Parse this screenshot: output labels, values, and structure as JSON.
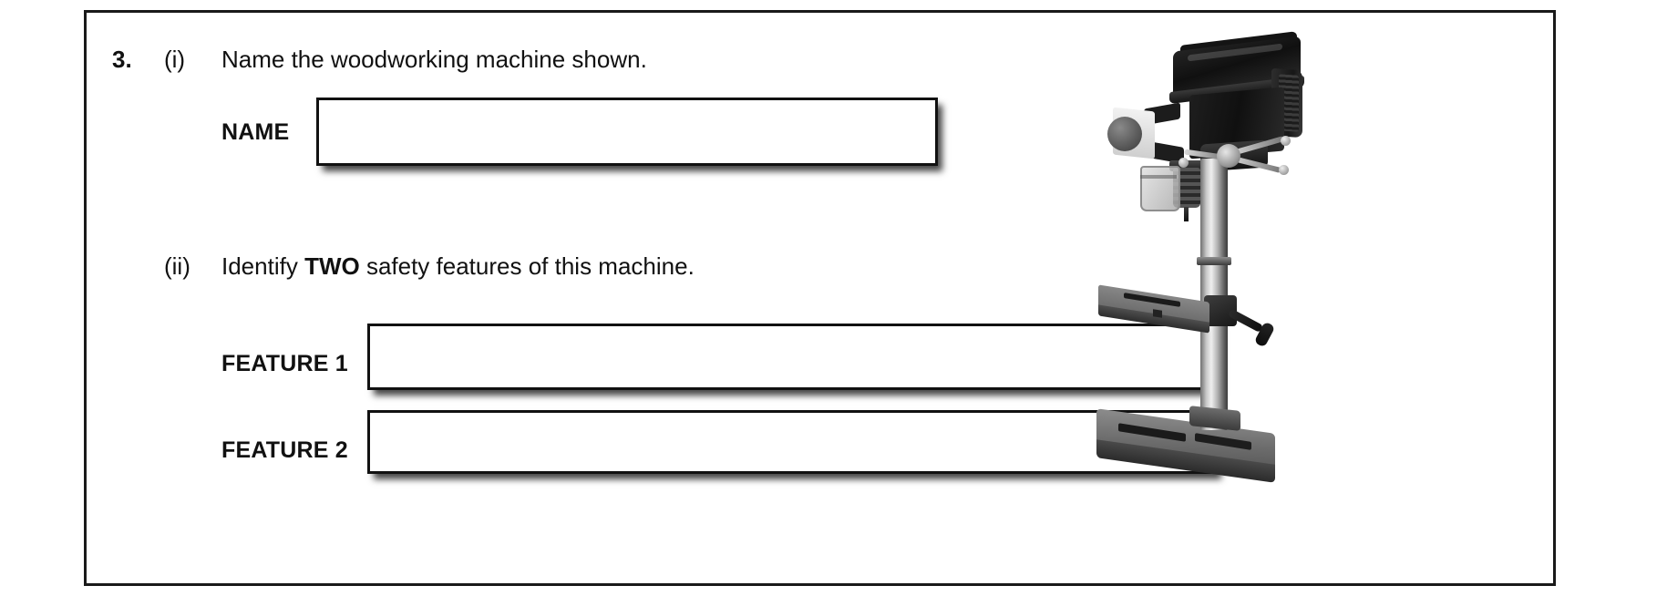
{
  "question": {
    "number": "3.",
    "parts": [
      {
        "marker": "(i)",
        "text": "Name the woodworking machine shown."
      },
      {
        "marker": "(ii)",
        "text_before_bold": "Identify ",
        "bold_word": "TWO",
        "text_after_bold": " safety features of this machine."
      }
    ]
  },
  "fields": [
    {
      "label": "NAME",
      "value": ""
    },
    {
      "label": "FEATURE 1",
      "value": ""
    },
    {
      "label": "FEATURE 2",
      "value": ""
    }
  ],
  "image": {
    "name": "pillar-drill-press-photo",
    "description": "Black and white photograph of a bench pillar drill press"
  },
  "colors": {
    "frame_border": "#1a1a1a",
    "box_border": "#111111",
    "text": "#111111",
    "page_background": "#ffffff"
  }
}
